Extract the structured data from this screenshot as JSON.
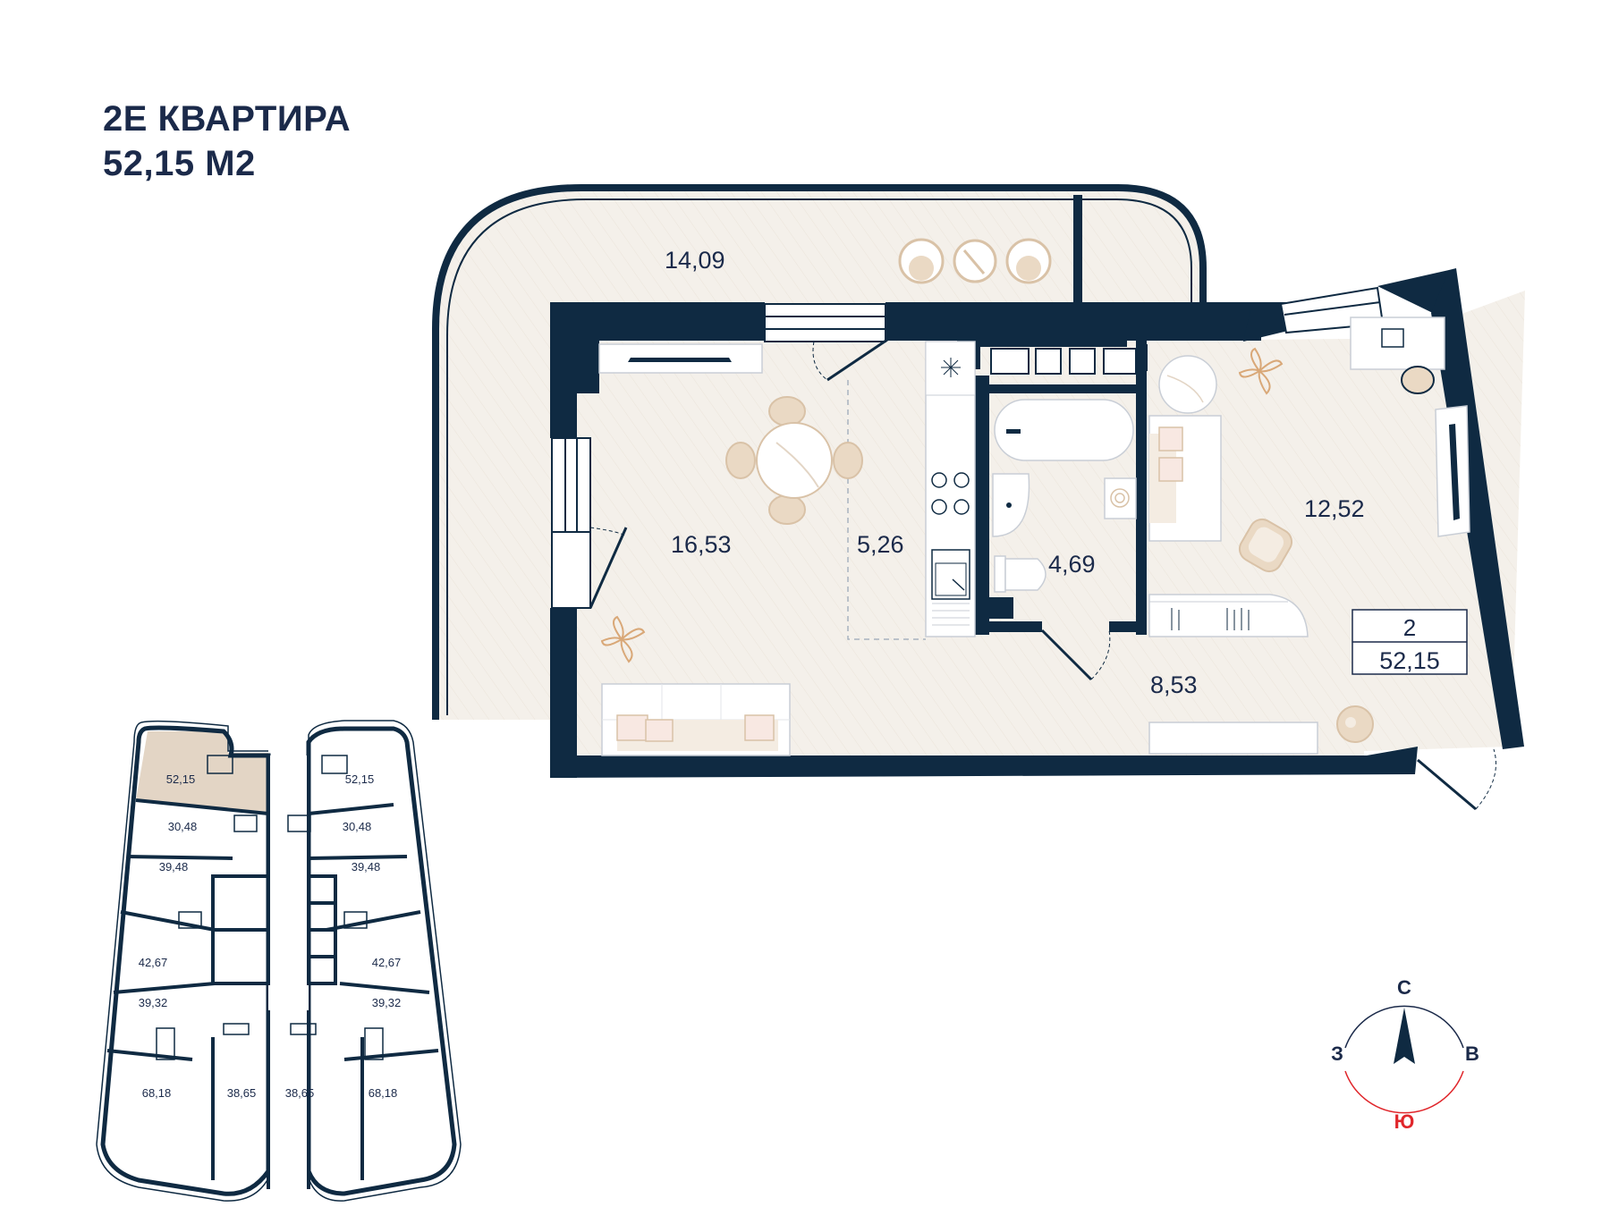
{
  "header": {
    "apartment_title": "2Е КВАРТИРА",
    "area_title": "52,15 М2"
  },
  "rooms": {
    "balcony": "14,09",
    "living": "16,53",
    "kitchen": "5,26",
    "bathroom": "4,69",
    "bedroom": "12,52",
    "hall": "8,53"
  },
  "badge": {
    "rooms_count": "2",
    "total_area": "52,15"
  },
  "floor_plan": {
    "apartments": [
      {
        "label": "52,15",
        "highlighted": true
      },
      {
        "label": "52,15"
      },
      {
        "label": "30,48"
      },
      {
        "label": "30,48"
      },
      {
        "label": "39,48"
      },
      {
        "label": "39,48"
      },
      {
        "label": "42,67"
      },
      {
        "label": "42,67"
      },
      {
        "label": "39,32"
      },
      {
        "label": "39,32"
      },
      {
        "label": "68,18"
      },
      {
        "label": "38,65"
      },
      {
        "label": "38,65"
      },
      {
        "label": "68,18"
      }
    ]
  },
  "compass": {
    "north": "С",
    "west": "З",
    "east": "В",
    "south": "Ю"
  },
  "colors": {
    "wall": "#0f2a42",
    "floor": "#f4f0ea",
    "text": "#1b2a4a",
    "furniture": "#d9c2a7",
    "highlight": "#e3d5c5",
    "south": "#e0262b"
  }
}
